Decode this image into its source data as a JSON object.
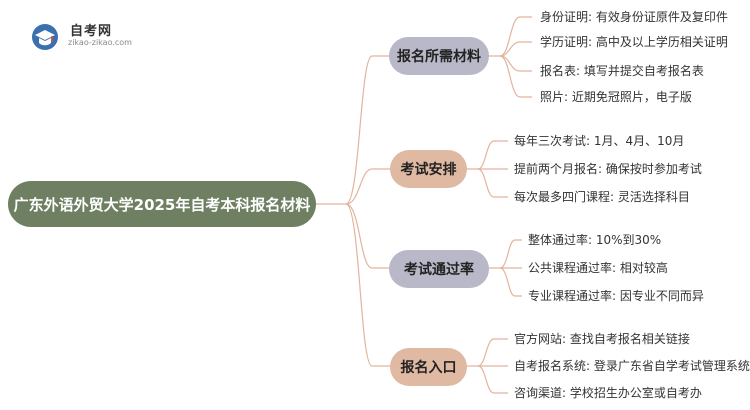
{
  "logo": {
    "title": "自考网",
    "url": "zikao-zikao.com"
  },
  "root": "广东外语外贸大学2025年自考本科报名材料",
  "branches": [
    {
      "label": "报名所需材料",
      "items": [
        "身份证明: 有效身份证原件及复印件",
        "学历证明: 高中及以上学历相关证明",
        "报名表: 填写并提交自考报名表",
        "照片: 近期免冠照片，电子版"
      ]
    },
    {
      "label": "考试安排",
      "items": [
        "每年三次考试: 1月、4月、10月",
        "提前两个月报名: 确保按时参加考试",
        "每次最多四门课程: 灵活选择科目"
      ]
    },
    {
      "label": "考试通过率",
      "items": [
        "整体通过率: 10%到30%",
        "公共课程通过率: 相对较高",
        "专业课程通过率: 因专业不同而异"
      ]
    },
    {
      "label": "报名入口",
      "items": [
        "官方网站: 查找自考报名相关链接",
        "自考报名系统: 登录广东省自学考试管理系统",
        "咨询渠道: 学校招生办公室或自考办"
      ]
    }
  ],
  "colors": {
    "root": "#6f7f62",
    "branch_a": "#b9b8c8",
    "branch_b": "#e0b9a3",
    "connector": "#e2b49d"
  }
}
